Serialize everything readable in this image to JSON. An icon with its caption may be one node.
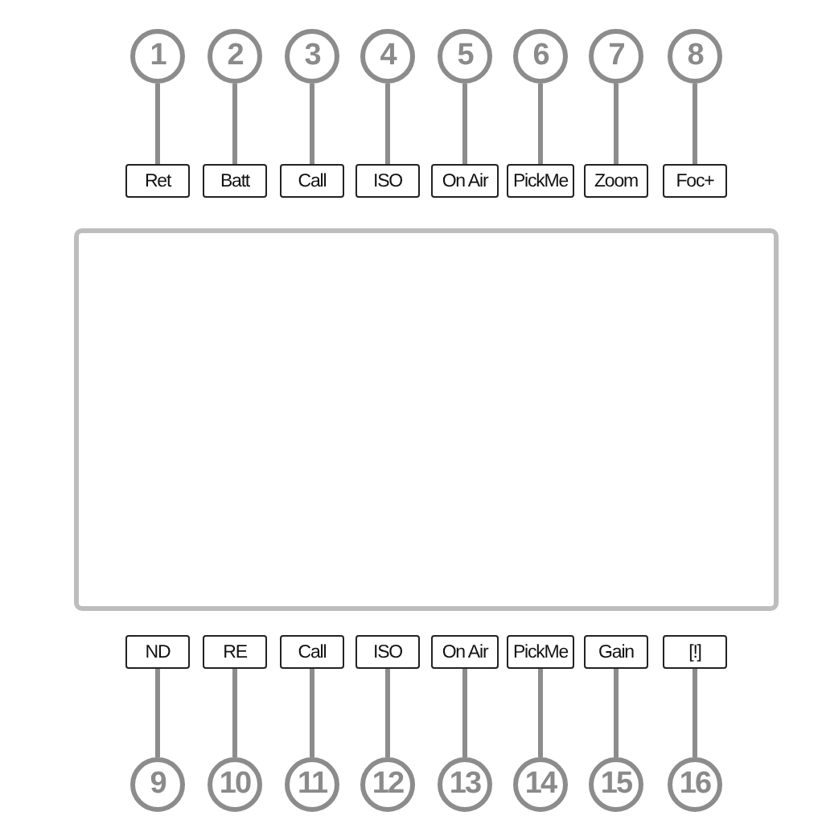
{
  "diagram": {
    "nodes": [
      {
        "text": [
          "1"
        ]
      },
      {
        "text": [
          "2"
        ]
      },
      {
        "text": [
          "3"
        ]
      },
      {
        "text": [
          "4"
        ]
      },
      {
        "text": [
          "5"
        ]
      },
      {
        "text": [
          "6"
        ]
      },
      {
        "text": [
          "7"
        ]
      },
      {
        "text": [
          "8"
        ]
      },
      {
        "text": [
          "Ret"
        ]
      },
      {
        "text": [
          "Batt"
        ]
      },
      {
        "text": [
          "Call"
        ]
      },
      {
        "text": [
          "ISO"
        ]
      },
      {
        "text": [
          "On Air"
        ]
      },
      {
        "text": [
          "PickMe"
        ]
      },
      {
        "text": [
          "Zoom"
        ]
      },
      {
        "text": [
          "Foc+"
        ]
      },
      {
        "text": [],
        "shape": "box"
      },
      {
        "text": [
          "ND"
        ]
      },
      {
        "text": [
          "RE"
        ]
      },
      {
        "text": [
          "Call"
        ]
      },
      {
        "text": [
          "ISO"
        ]
      },
      {
        "text": [
          "On Air"
        ]
      },
      {
        "text": [
          "PickMe"
        ]
      },
      {
        "text": [
          "Gain"
        ]
      },
      {
        "text": [
          "[!]"
        ]
      },
      {
        "text": [
          "9"
        ]
      },
      {
        "text": [
          "10"
        ]
      },
      {
        "text": [
          "11"
        ]
      },
      {
        "text": [
          "12"
        ]
      },
      {
        "text": [
          "13"
        ]
      },
      {
        "text": [
          "14"
        ]
      },
      {
        "text": [
          "15"
        ]
      },
      {
        "text": [
          "16"
        ]
      }
    ],
    "edges": [
      {
        "from": 0,
        "to": 8,
        "arrow": "none"
      },
      {
        "from": 1,
        "to": 9,
        "arrow": "none"
      },
      {
        "from": 2,
        "to": 10,
        "arrow": "none"
      },
      {
        "from": 3,
        "to": 11,
        "arrow": "none"
      },
      {
        "from": 4,
        "to": 12,
        "arrow": "none"
      },
      {
        "from": 5,
        "to": 13,
        "arrow": "none"
      },
      {
        "from": 6,
        "to": 14,
        "arrow": "none"
      },
      {
        "from": 7,
        "to": 15,
        "arrow": "none"
      },
      {
        "from": 25,
        "to": 17,
        "arrow": "none"
      },
      {
        "from": 26,
        "to": 18,
        "arrow": "none"
      },
      {
        "from": 27,
        "to": 19,
        "arrow": "none"
      },
      {
        "from": 28,
        "to": 20,
        "arrow": "none"
      },
      {
        "from": 29,
        "to": 21,
        "arrow": "none"
      },
      {
        "from": 30,
        "to": 22,
        "arrow": "none"
      },
      {
        "from": 31,
        "to": 23,
        "arrow": "none"
      },
      {
        "from": 32,
        "to": 24,
        "arrow": "none"
      }
    ]
  }
}
